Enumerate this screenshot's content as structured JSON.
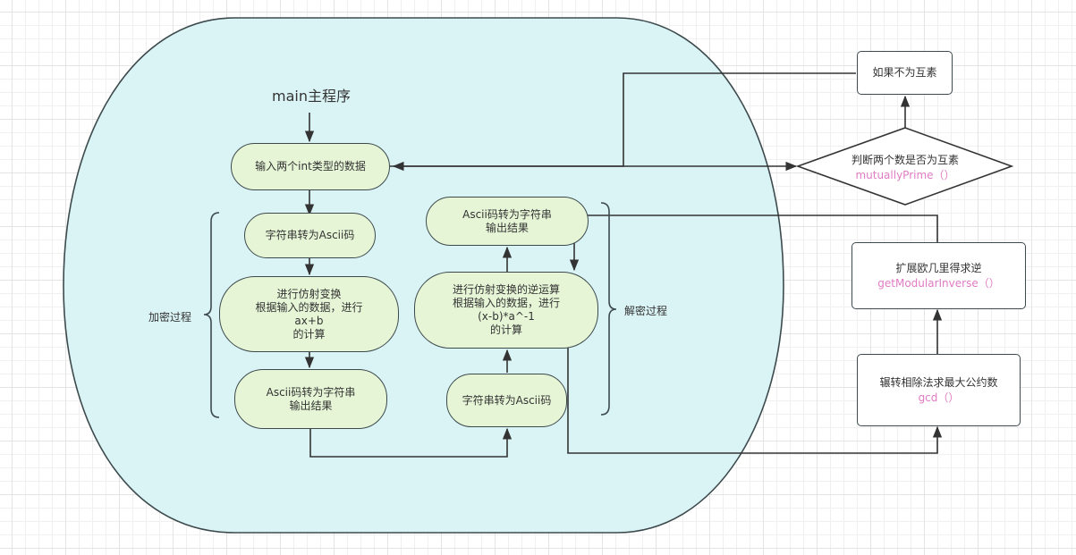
{
  "colors": {
    "cloud_fill": "#daf4f6",
    "pill_fill": "#e6f5d6",
    "stroke": "#3d4a4d",
    "function_text": "#e07bc2"
  },
  "main": {
    "title": "main主程序",
    "input_node": "输入两个int类型的数据"
  },
  "encrypt": {
    "label": "加密过程",
    "step1": "字符串转为Ascii码",
    "step2_lines": [
      "进行仿射变换",
      "根据输入的数据，进行",
      "ax+b",
      "的计算"
    ],
    "step3_lines": [
      "Ascii码转为字符串",
      "输出结果"
    ]
  },
  "decrypt": {
    "label": "解密过程",
    "step1": "字符串转为Ascii码",
    "step2_lines": [
      "进行仿射变换的逆运算",
      "根据输入的数据，进行",
      "(x-b)*a^-1",
      "的计算"
    ],
    "step3_lines": [
      "Ascii码转为字符串",
      "输出结果"
    ]
  },
  "functions": {
    "not_coprime": "如果不为互素",
    "coprime_check": {
      "desc": "判断两个数是否为互素",
      "fn": "mutuallyPrime（）"
    },
    "modular_inverse": {
      "desc": "扩展欧几里得求逆",
      "fn": "getModularInverse（）"
    },
    "gcd": {
      "desc": "辗转相除法求最大公约数",
      "fn": "gcd（）"
    }
  }
}
